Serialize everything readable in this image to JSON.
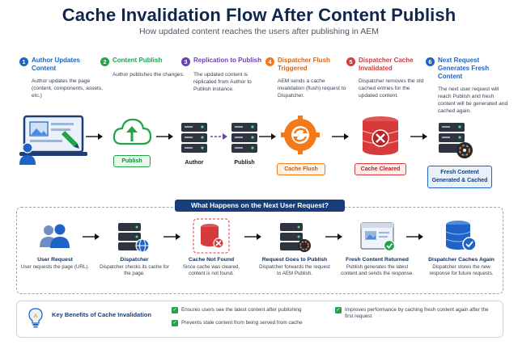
{
  "title": "Cache Invalidation Flow After Content Publish",
  "subtitle": "How updated content reaches the users after publishing in AEM",
  "steps": [
    {
      "num": "1",
      "title": "Author Updates Content",
      "desc": "Author updates the page (content, components, assets, etc.)",
      "color": "#1f63c6"
    },
    {
      "num": "2",
      "title": "Content Publish",
      "desc": "Author publishes the changes.",
      "color": "#22a34a"
    },
    {
      "num": "3",
      "title": "Replication to Publish",
      "desc": "The updated content is replicated from Author to Publish instance.",
      "color": "#6d3fb5"
    },
    {
      "num": "4",
      "title": "Dispatcher Flush Triggered",
      "desc": "AEM sends a cache invalidation (flush) request to Dispatcher.",
      "color": "#f27a1a"
    },
    {
      "num": "5",
      "title": "Dispatcher Cache Invalidated",
      "desc": "Dispatcher removes the old cached entries for the updated content.",
      "color": "#d63a3a"
    },
    {
      "num": "6",
      "title": "Next Request Generates Fresh Content",
      "desc": "The next user request will reach Publish and fresh content will be generated and cached again.",
      "color": "#1f63c6"
    }
  ],
  "labels": {
    "publish_tag": "Publish",
    "author": "Author",
    "publish": "Publish",
    "cache_flush": "Cache Flush",
    "cache_cleared": "Cache Cleared",
    "fresh_content": "Fresh Content Generated & Cached"
  },
  "next_request": {
    "banner": "What Happens on the Next User Request?",
    "items": [
      {
        "title": "User Request",
        "desc": "User requests the page (URL)."
      },
      {
        "title": "Dispatcher",
        "desc": "Dispatcher checks its cache for the page."
      },
      {
        "title": "Cache Not Found",
        "desc": "Since cache was cleared, content is not found."
      },
      {
        "title": "Request Goes to Publish",
        "desc": "Dispatcher forwards the request to AEM Publish."
      },
      {
        "title": "Fresh Content Returned",
        "desc": "Publish generates the latest content and sends the response."
      },
      {
        "title": "Dispatcher Caches Again",
        "desc": "Dispatcher stores the new response for future requests."
      }
    ]
  },
  "benefits": {
    "title": "Key Benefits of Cache Invalidation",
    "items": [
      "Ensures users see the latest content after publishing",
      "Prevents stale content from being served from cache",
      "Improves performance by caching fresh content again after the first request"
    ]
  },
  "colors": {
    "navy": "#10264d",
    "blue": "#1f63c6",
    "green": "#22a34a",
    "purple": "#6d3fb5",
    "orange": "#f27a1a",
    "red": "#d63a3a"
  }
}
